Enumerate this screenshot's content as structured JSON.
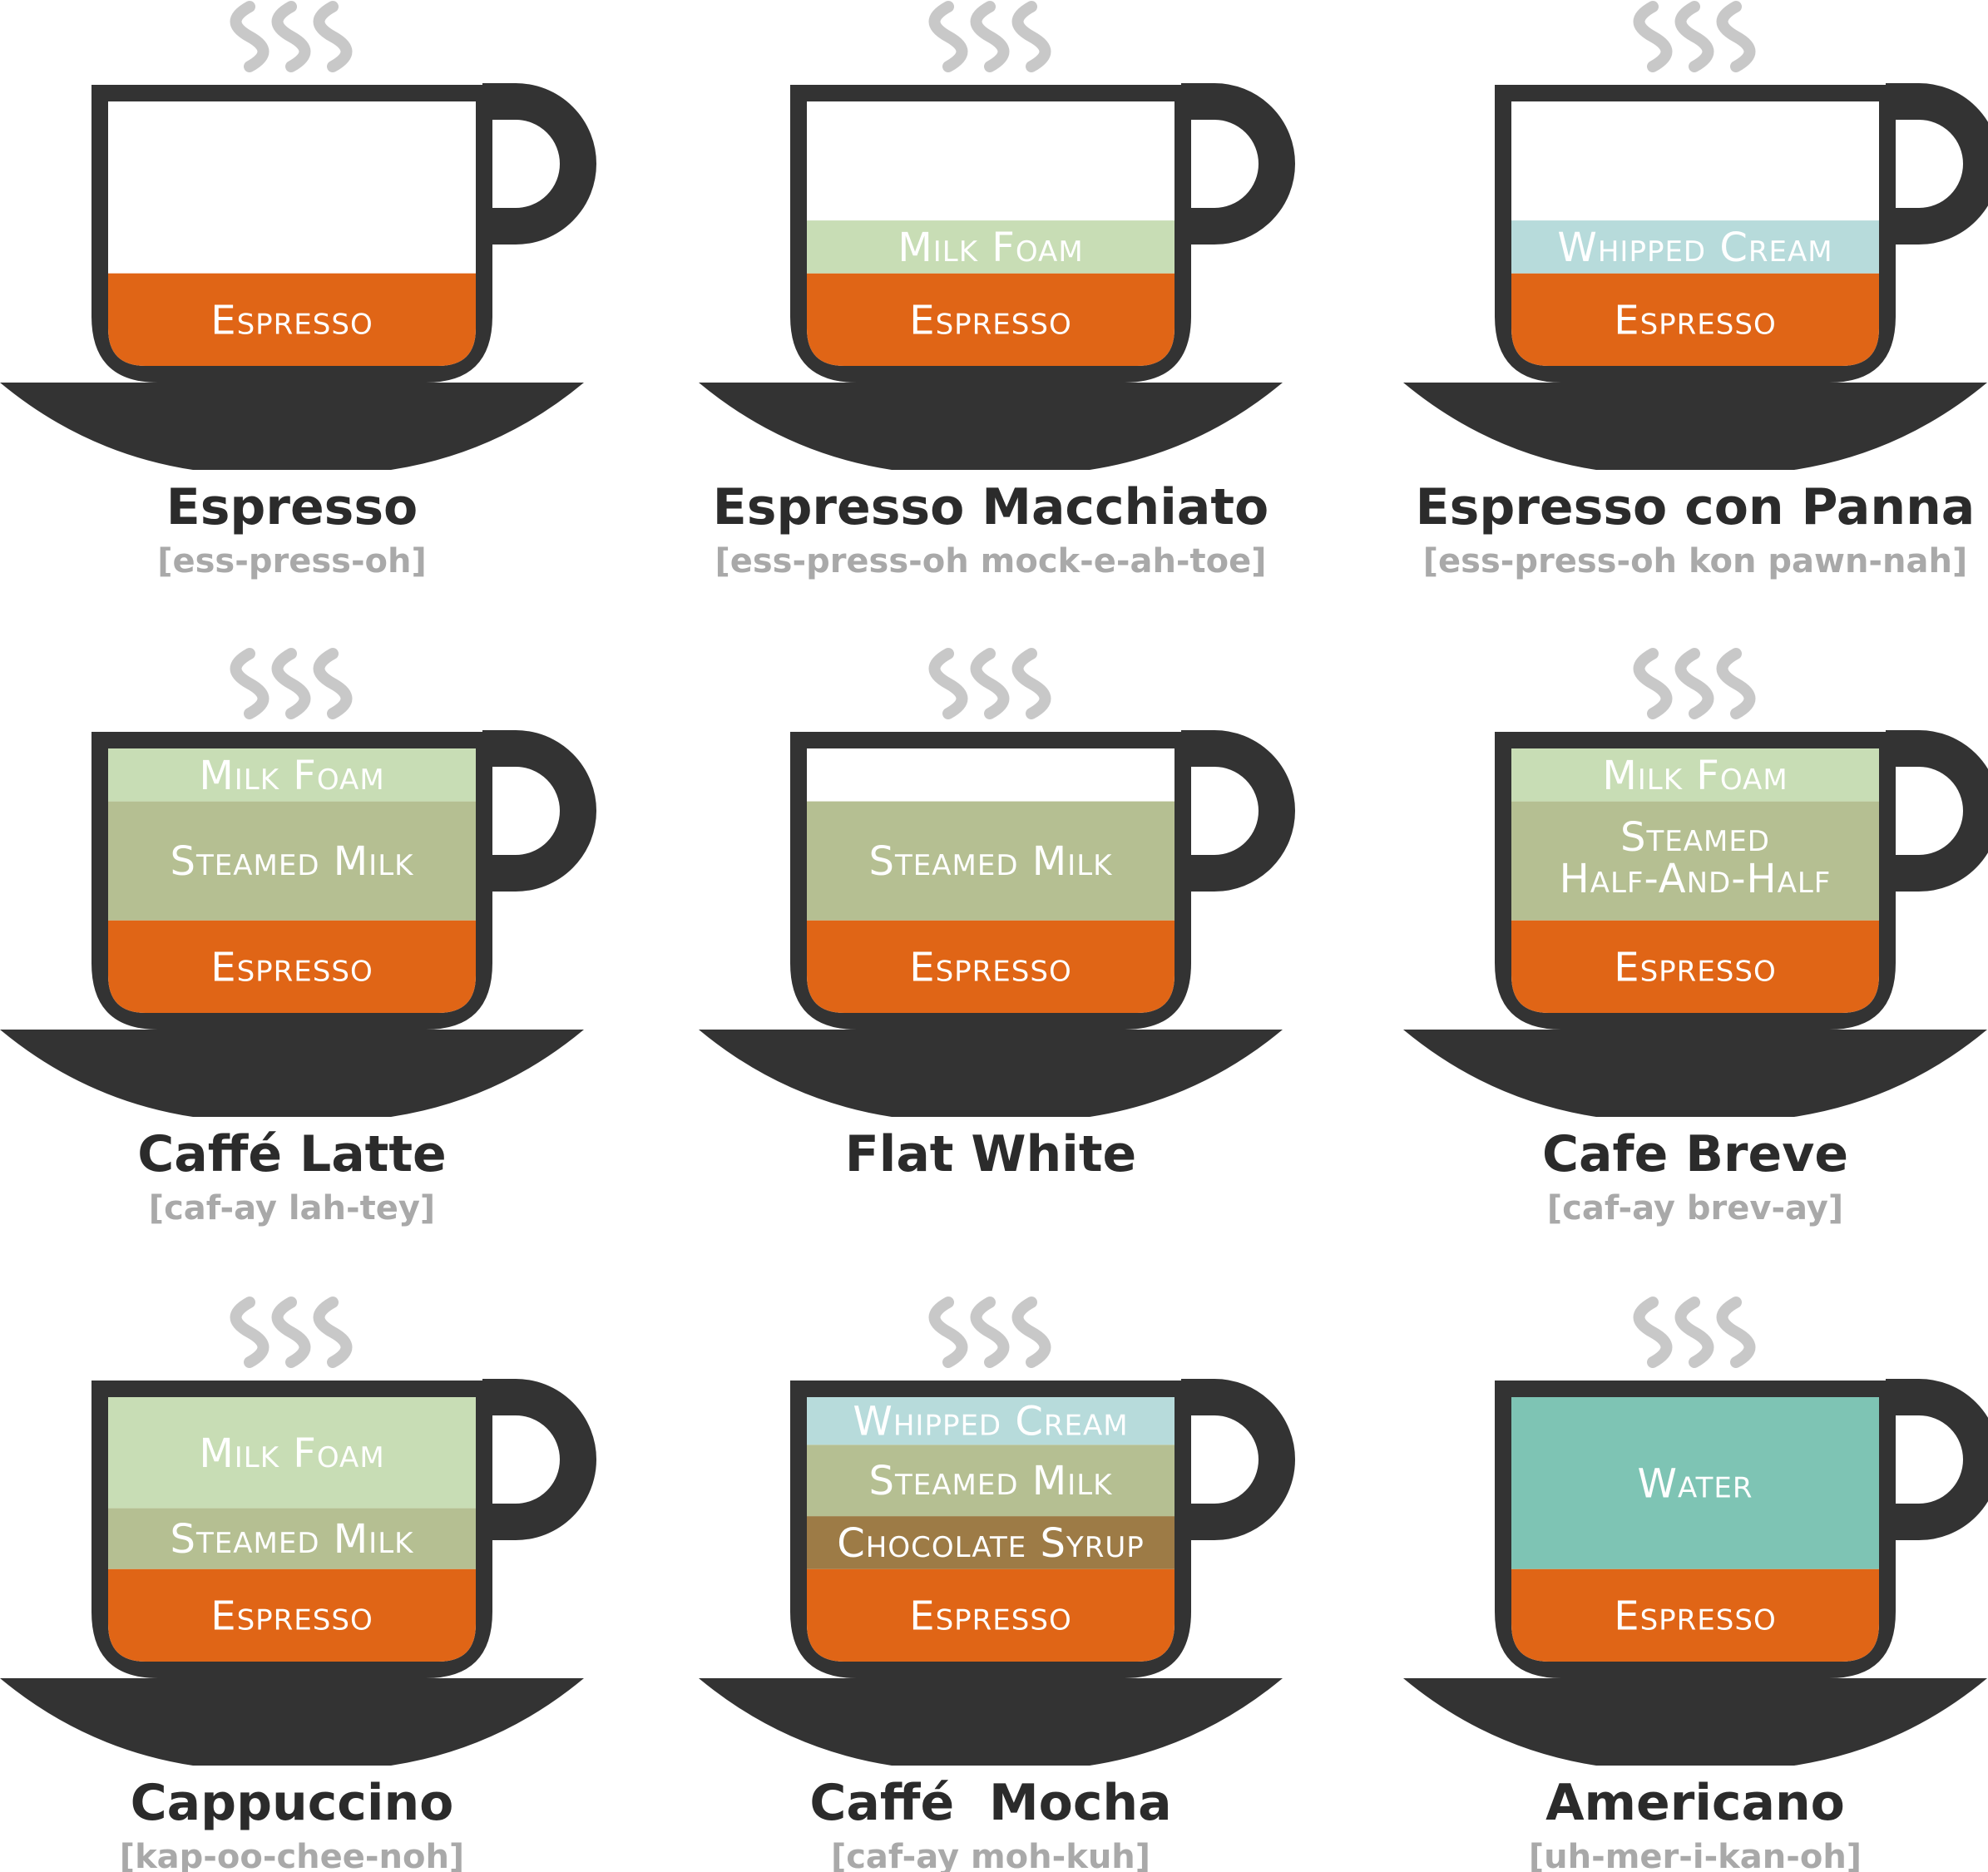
{
  "colors": {
    "cup": "#333333",
    "espresso": "#e06516",
    "milk_foam": "#c8ddb5",
    "steamed_milk": "#b5bf92",
    "whipped_cream": "#b7dbdb",
    "chocolate_syrup": "#9d7b46",
    "water": "#7ec4b4",
    "steam": "#c8c8c8",
    "name_text": "#2b2b2b",
    "pronunciation_text": "#a9a9a9"
  },
  "drinks": [
    {
      "name": "Espresso",
      "pronunciation": "[ess-press-oh]",
      "layers": [
        {
          "label": "Espresso",
          "kind": "espresso",
          "fraction": 0.35
        }
      ]
    },
    {
      "name": "Espresso Macchiato",
      "pronunciation": "[ess-press-oh mock-e-ah-toe]",
      "layers": [
        {
          "label": "Espresso",
          "kind": "espresso",
          "fraction": 0.35
        },
        {
          "label": "Milk Foam",
          "kind": "milk_foam",
          "fraction": 0.2
        }
      ]
    },
    {
      "name": "Espresso con Panna",
      "pronunciation": "[ess-press-oh kon pawn-nah]",
      "layers": [
        {
          "label": "Espresso",
          "kind": "espresso",
          "fraction": 0.35
        },
        {
          "label": "Whipped Cream",
          "kind": "whipped_cream",
          "fraction": 0.2
        }
      ]
    },
    {
      "name": "Caffé Latte",
      "pronunciation": "[caf-ay lah-tey]",
      "layers": [
        {
          "label": "Espresso",
          "kind": "espresso",
          "fraction": 0.35
        },
        {
          "label": "Steamed Milk",
          "kind": "steamed_milk",
          "fraction": 0.45
        },
        {
          "label": "Milk Foam",
          "kind": "milk_foam",
          "fraction": 0.2
        }
      ]
    },
    {
      "name": "Flat White",
      "pronunciation": "",
      "layers": [
        {
          "label": "Espresso",
          "kind": "espresso",
          "fraction": 0.35
        },
        {
          "label": "Steamed Milk",
          "kind": "steamed_milk",
          "fraction": 0.45
        }
      ]
    },
    {
      "name": "Cafe Breve",
      "pronunciation": "[caf-ay brev-ay]",
      "layers": [
        {
          "label": "Espresso",
          "kind": "espresso",
          "fraction": 0.35
        },
        {
          "label": "Steamed Half-And-Half",
          "line1": "Steamed",
          "line2": "Half-And-Half",
          "kind": "steamed_milk",
          "fraction": 0.45
        },
        {
          "label": "Milk Foam",
          "kind": "milk_foam",
          "fraction": 0.2
        }
      ]
    },
    {
      "name": "Cappuccino",
      "pronunciation": "[kap-oo-chee-noh]",
      "layers": [
        {
          "label": "Espresso",
          "kind": "espresso",
          "fraction": 0.35
        },
        {
          "label": "Steamed Milk",
          "kind": "steamed_milk",
          "fraction": 0.23
        },
        {
          "label": "Milk Foam",
          "kind": "milk_foam",
          "fraction": 0.42
        }
      ]
    },
    {
      "name": "Caffé  Mocha",
      "pronunciation": "[caf-ay moh-kuh]",
      "layers": [
        {
          "label": "Espresso",
          "kind": "espresso",
          "fraction": 0.35
        },
        {
          "label": "Chocolate Syrup",
          "kind": "chocolate_syrup",
          "fraction": 0.2
        },
        {
          "label": "Steamed Milk",
          "kind": "steamed_milk",
          "fraction": 0.27
        },
        {
          "label": "Whipped Cream",
          "kind": "whipped_cream",
          "fraction": 0.18
        }
      ]
    },
    {
      "name": "Americano",
      "pronunciation": "[uh-mer-i-kan-oh]",
      "layers": [
        {
          "label": "Espresso",
          "kind": "espresso",
          "fraction": 0.35
        },
        {
          "label": "Water",
          "kind": "water",
          "fraction": 0.65
        }
      ]
    }
  ]
}
